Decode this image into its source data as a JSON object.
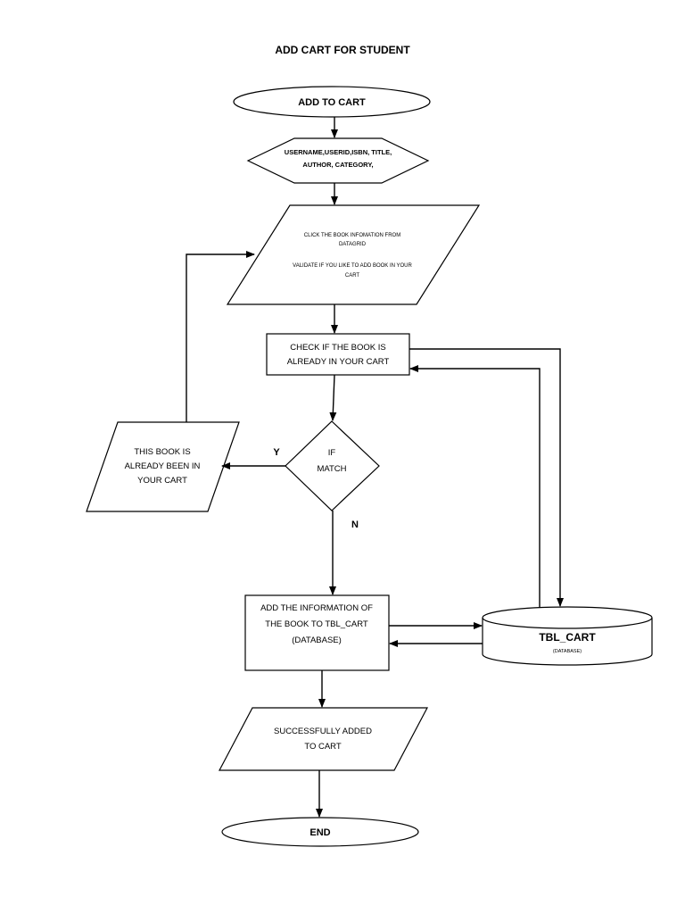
{
  "title": "ADD CART FOR STUDENT",
  "nodes": {
    "start": "ADD TO CART",
    "input_fields": [
      "USERNAME,USERID,ISBN, TITLE,",
      "AUTHOR, CATEGORY,"
    ],
    "click_info": [
      "CLICK THE BOOK INFOMATION FROM",
      "DATAGRID",
      "VALIDATE IF YOU LIKE TO ADD BOOK IN YOUR",
      "CART"
    ],
    "check_cart": [
      "CHECK IF THE BOOK IS",
      "ALREADY IN YOUR CART"
    ],
    "decision": [
      "IF",
      "MATCH"
    ],
    "already_in_cart": [
      "THIS BOOK IS",
      "ALREADY BEEN IN",
      "YOUR CART"
    ],
    "add_info": [
      "ADD THE INFORMATION OF",
      "THE BOOK TO TBL_CART",
      "(DATABASE)"
    ],
    "database_name": "TBL_CART",
    "database_sub": "(DATABASE)",
    "success": [
      "SUCCESSFULLY ADDED",
      "TO  CART"
    ],
    "end": "END"
  },
  "labels": {
    "yes": "Y",
    "no": "N"
  }
}
